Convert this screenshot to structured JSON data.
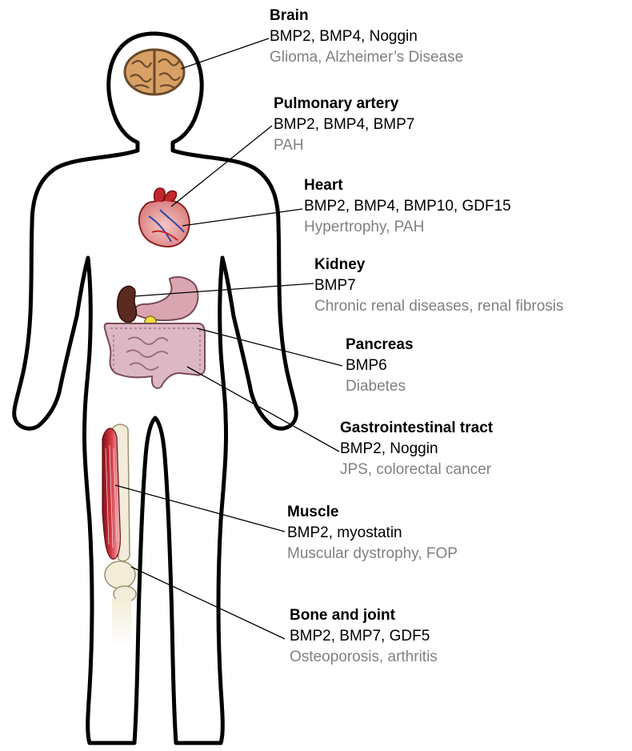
{
  "colors": {
    "outline": "#000000",
    "disease_text": "#808080",
    "brain": "#d9a066",
    "heart": "#e8a0a0",
    "kidney": "#5a2a1f",
    "stomach": "#d9a5b0",
    "intestine": "#dcb8c4",
    "pancreas": "#f2de4a",
    "muscle": "#c8303a",
    "bone": "#f2ecd8"
  },
  "organs": [
    {
      "name": "Brain",
      "genes": "BMP2, BMP4, Noggin",
      "disease": "Glioma, Alzheimer’s Disease",
      "icon": "brain-icon"
    },
    {
      "name": "Pulmonary artery",
      "genes": "BMP2, BMP4, BMP7",
      "disease": "PAH",
      "icon": "heart-icon"
    },
    {
      "name": "Heart",
      "genes": "BMP2, BMP4, BMP10, GDF15",
      "disease": "Hypertrophy, PAH",
      "icon": "heart-icon"
    },
    {
      "name": "Kidney",
      "genes": "BMP7",
      "disease": "Chronic renal diseases, renal fibrosis",
      "icon": "kidney-icon"
    },
    {
      "name": "Pancreas",
      "genes": "BMP6",
      "disease": "Diabetes",
      "icon": "pancreas-icon"
    },
    {
      "name": "Gastrointestinal tract",
      "genes": "BMP2, Noggin",
      "disease": "JPS, colorectal cancer",
      "icon": "intestine-icon"
    },
    {
      "name": "Muscle",
      "genes": "BMP2, myostatin",
      "disease": "Muscular dystrophy, FOP",
      "icon": "muscle-icon"
    },
    {
      "name": "Bone and joint",
      "genes": "BMP2, BMP7, GDF5",
      "disease": "Osteoporosis, arthritis",
      "icon": "bone-icon"
    }
  ]
}
